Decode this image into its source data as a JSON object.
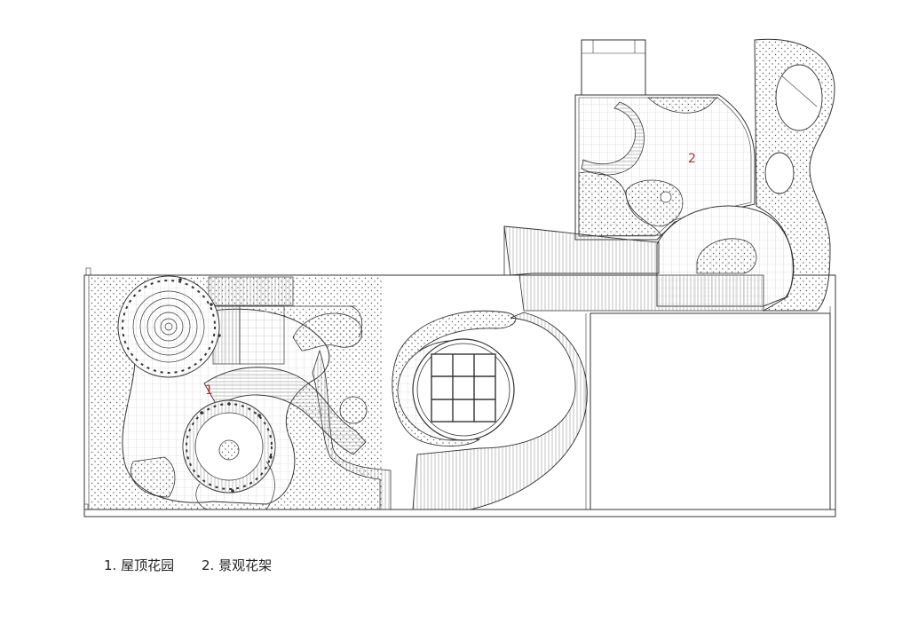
{
  "plan": {
    "zone1_number": "1",
    "zone2_number": "2"
  },
  "legend": {
    "item1": "1. 屋顶花园",
    "item2": "2. 景观花架"
  },
  "colors": {
    "line": "#333333",
    "grid": "#bfbfbf",
    "marker": "#b03030"
  }
}
